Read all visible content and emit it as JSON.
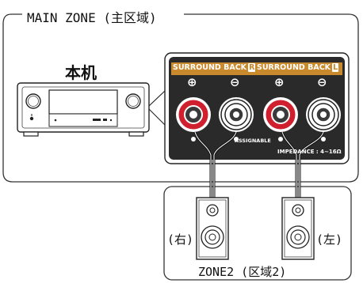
{
  "main_zone": {
    "label": "MAIN ZONE (主区域)"
  },
  "receiver": {
    "label": "本机"
  },
  "terminals": {
    "surround_back_r": "SURROUND BACK",
    "surround_back_r_mark": "R",
    "surround_back_l": "SURROUND BACK",
    "surround_back_l_mark": "L",
    "plus_symbol": "⊕",
    "minus_symbol": "⊖",
    "assignable": "ASSIGNABLE",
    "impedance": "IMPEDANCE : 4~16Ω"
  },
  "zone2": {
    "label": "ZONE2 (区域2)",
    "right_label": "(右)",
    "left_label": "(左)"
  },
  "colors": {
    "panel_dark": "#2a2a2a",
    "label_orange": "#c88a2c",
    "terminal_red": "#d01f2e",
    "outline": "#222222"
  }
}
